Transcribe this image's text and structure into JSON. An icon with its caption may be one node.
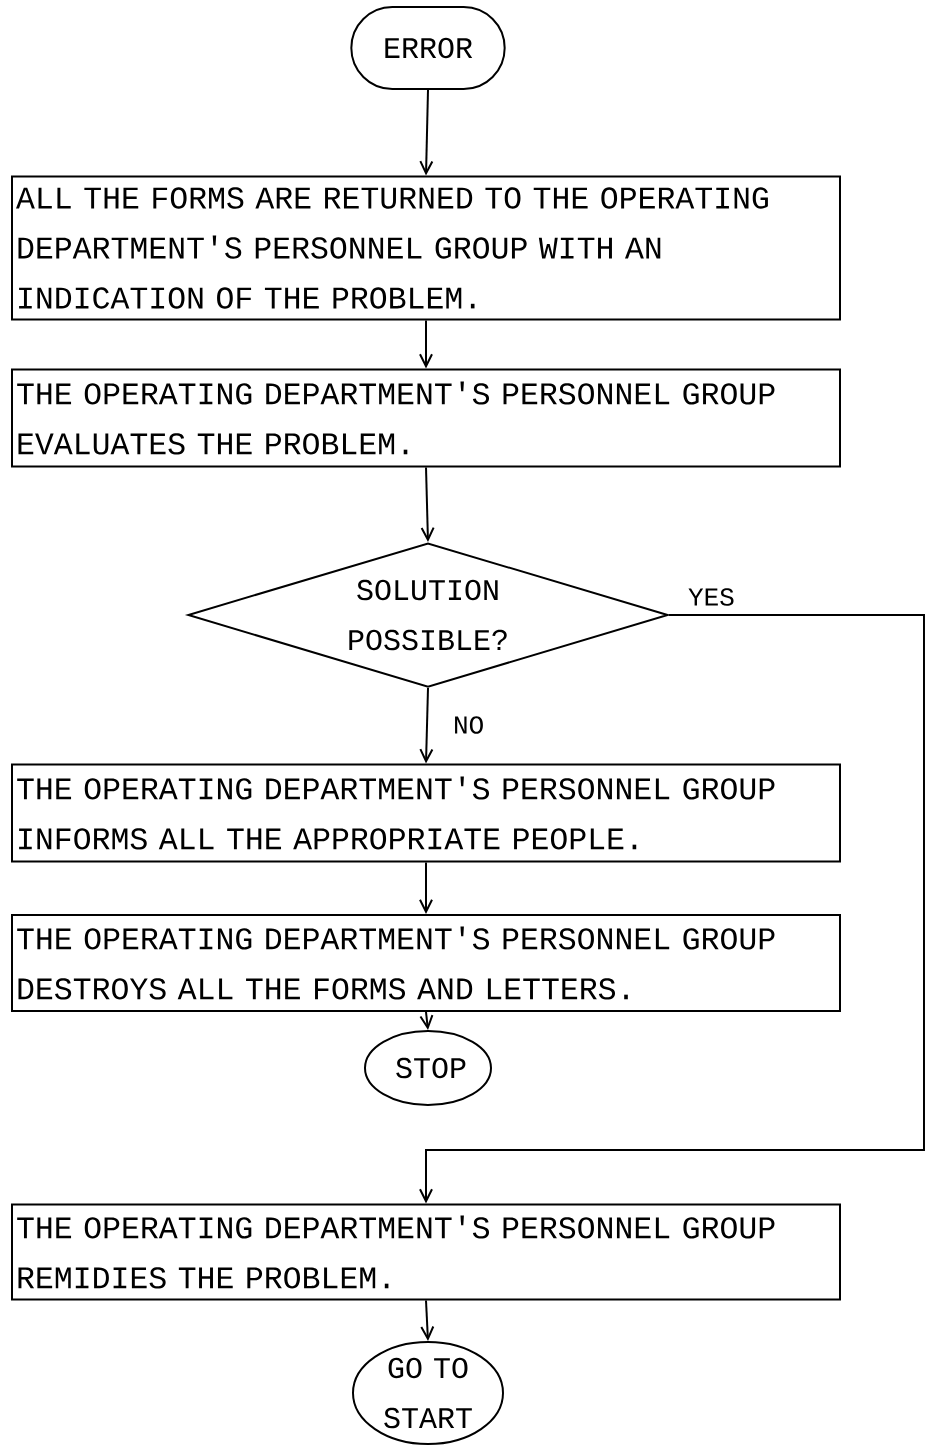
{
  "diagram": {
    "nodes": [
      {
        "text": [
          "ERROR"
        ]
      },
      {
        "text": [
          "ALL THE FORMS ARE RETURNED TO THE OPERATING DEPARTMENT'S PERSONNEL GROUP WITH AN INDICATION OF THE PROBLEM."
        ]
      },
      {
        "text": [
          "THE OPERATING DEPARTMENT'S PERSONNEL GROUP EVALUATES THE PROBLEM."
        ]
      },
      {
        "text": [
          "SOLUTION POSSIBLE?"
        ]
      },
      {
        "text": [
          "THE OPERATING DEPARTMENT'S PERSONNEL GROUP INFORMS ALL THE APPROPRIATE PEOPLE."
        ]
      },
      {
        "text": [
          "THE OPERATING DEPARTMENT'S PERSONNEL GROUP DESTROYS ALL THE FORMS AND LETTERS."
        ]
      },
      {
        "text": [
          "STOP"
        ]
      },
      {
        "text": [
          "THE OPERATING DEPARTMENT'S PERSONNEL GROUP REMIDIES THE PROBLEM."
        ]
      },
      {
        "text": [
          "GO TO START"
        ]
      }
    ],
    "edges": [
      {
        "from": 0,
        "to": 1,
        "arrow": "to"
      },
      {
        "from": 1,
        "to": 2,
        "arrow": "to"
      },
      {
        "from": 2,
        "to": 3,
        "arrow": "to"
      },
      {
        "from": 3,
        "to": 4,
        "arrow": "to",
        "label": "NO"
      },
      {
        "from": 4,
        "to": 5,
        "arrow": "to"
      },
      {
        "from": 5,
        "to": 6,
        "arrow": "to"
      },
      {
        "from": 3,
        "to": 7,
        "arrow": "to",
        "label": "YES"
      },
      {
        "from": 7,
        "to": 8,
        "arrow": "to"
      }
    ]
  }
}
